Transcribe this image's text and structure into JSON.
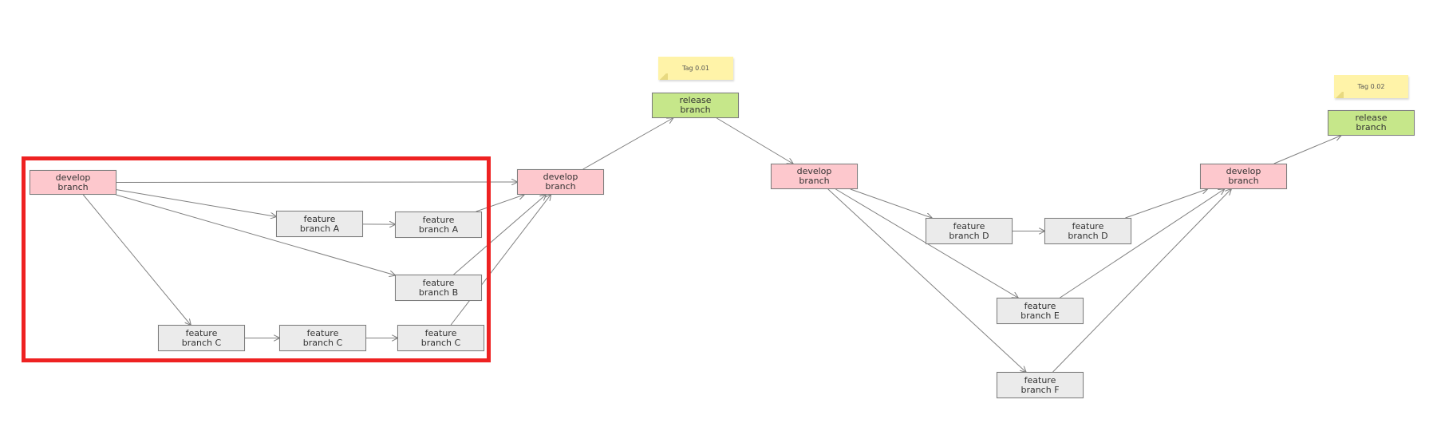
{
  "nodes": [
    {
      "id": "dev1",
      "kind": "develop",
      "label": "develop\nbranch"
    },
    {
      "id": "featA1",
      "kind": "feature",
      "label": "feature\nbranch A"
    },
    {
      "id": "featA2",
      "kind": "feature",
      "label": "feature\nbranch A"
    },
    {
      "id": "featB",
      "kind": "feature",
      "label": "feature\nbranch B"
    },
    {
      "id": "featC1",
      "kind": "feature",
      "label": "feature\nbranch C"
    },
    {
      "id": "featC2",
      "kind": "feature",
      "label": "feature\nbranch C"
    },
    {
      "id": "featC3",
      "kind": "feature",
      "label": "feature\nbranch C"
    },
    {
      "id": "dev2",
      "kind": "develop",
      "label": "develop\nbranch"
    },
    {
      "id": "rel1",
      "kind": "release",
      "label": "release\nbranch"
    },
    {
      "id": "dev3",
      "kind": "develop",
      "label": "develop\nbranch"
    },
    {
      "id": "featD1",
      "kind": "feature",
      "label": "feature\nbranch D"
    },
    {
      "id": "featD2",
      "kind": "feature",
      "label": "feature\nbranch D"
    },
    {
      "id": "featE",
      "kind": "feature",
      "label": "feature\nbranch E"
    },
    {
      "id": "featF",
      "kind": "feature",
      "label": "feature\nbranch F"
    },
    {
      "id": "dev4",
      "kind": "develop",
      "label": "develop\nbranch"
    },
    {
      "id": "rel2",
      "kind": "release",
      "label": "release\nbranch"
    }
  ],
  "notes": [
    {
      "id": "tag1",
      "label": "Tag 0.01"
    },
    {
      "id": "tag2",
      "label": "Tag 0.02"
    }
  ],
  "edges": [
    {
      "from": "dev1",
      "to": "dev2"
    },
    {
      "from": "dev1",
      "to": "featA1"
    },
    {
      "from": "dev1",
      "to": "featB"
    },
    {
      "from": "dev1",
      "to": "featC1"
    },
    {
      "from": "featA1",
      "to": "featA2"
    },
    {
      "from": "featC1",
      "to": "featC2"
    },
    {
      "from": "featC2",
      "to": "featC3"
    },
    {
      "from": "featA2",
      "to": "dev2"
    },
    {
      "from": "featB",
      "to": "dev2"
    },
    {
      "from": "featC3",
      "to": "dev2"
    },
    {
      "from": "dev2",
      "to": "rel1"
    },
    {
      "from": "rel1",
      "to": "dev3"
    },
    {
      "from": "dev3",
      "to": "featD1"
    },
    {
      "from": "dev3",
      "to": "featE"
    },
    {
      "from": "dev3",
      "to": "featF"
    },
    {
      "from": "featD1",
      "to": "featD2"
    },
    {
      "from": "featD2",
      "to": "dev4"
    },
    {
      "from": "featE",
      "to": "dev4"
    },
    {
      "from": "featF",
      "to": "dev4"
    },
    {
      "from": "dev4",
      "to": "rel2"
    }
  ],
  "colors": {
    "develop": "#fdc8cd",
    "feature": "#ebebeb",
    "release": "#c6e78a",
    "note": "#fff3a8",
    "highlight": "#ee2222",
    "edge": "#808080"
  }
}
